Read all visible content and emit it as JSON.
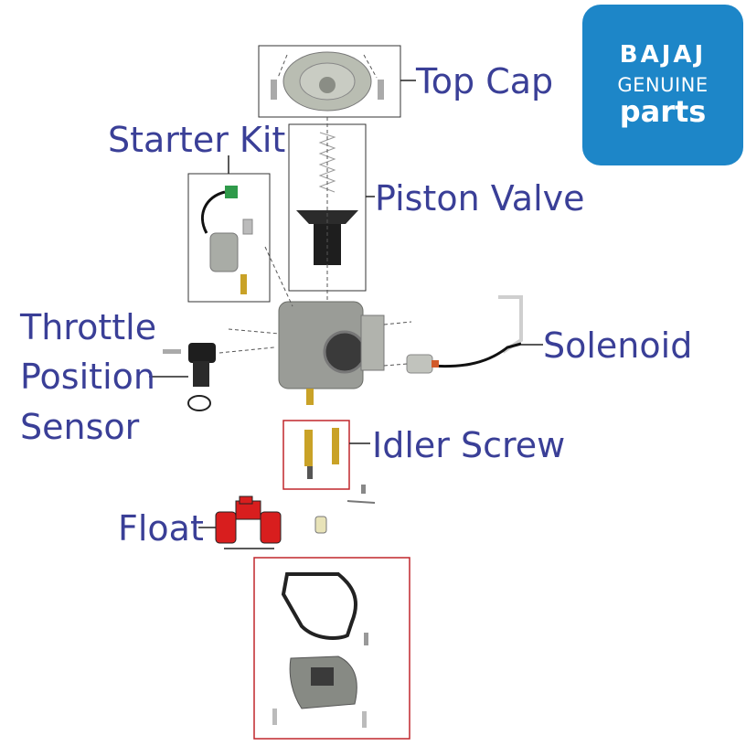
{
  "labels": {
    "top_cap": "Top Cap",
    "starter_kit": "Starter Kit",
    "piston_valve": "Piston Valve",
    "throttle_1": "Throttle",
    "throttle_2": "Position",
    "throttle_3": "Sensor",
    "solenoid": "Solenoid",
    "idler_screw": "Idler Screw",
    "float": "Float"
  },
  "logo": {
    "line1": "BAJAJ",
    "line2": "GENUINE",
    "line3": "parts"
  },
  "colors": {
    "label": "#3a3f97",
    "logo_bg": "#1d86c8",
    "highlight_box": "#c0262c",
    "float_red": "#d81e1e"
  }
}
